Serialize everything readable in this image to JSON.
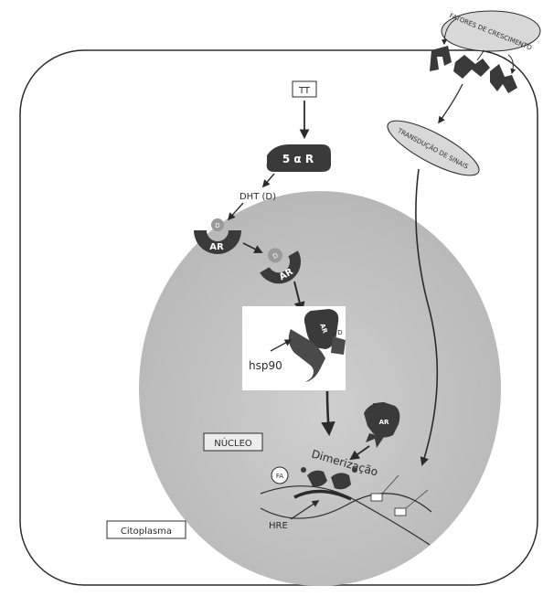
{
  "labels": {
    "growth_factors": "FATORES DE CRESCIMENTO",
    "signal_transduction": "TRANSDUÇÃO DE SINAIS",
    "tt": "TT",
    "five_alpha_r": "5 α R",
    "dht": "DHT (D)",
    "ar": "AR",
    "d": "D",
    "hsp90": "hsp90",
    "nucleo": "NÚCLEO",
    "dimerizacao": "Dimerização",
    "hre": "HRE",
    "fa": "FA",
    "citoplasma": "Citoplasma"
  },
  "colors": {
    "nucleus_fill": "#c4c4c4",
    "dark_shape": "#3a3a3a",
    "line": "#2b2b2b",
    "oval_fill": "#d8d8d8"
  }
}
